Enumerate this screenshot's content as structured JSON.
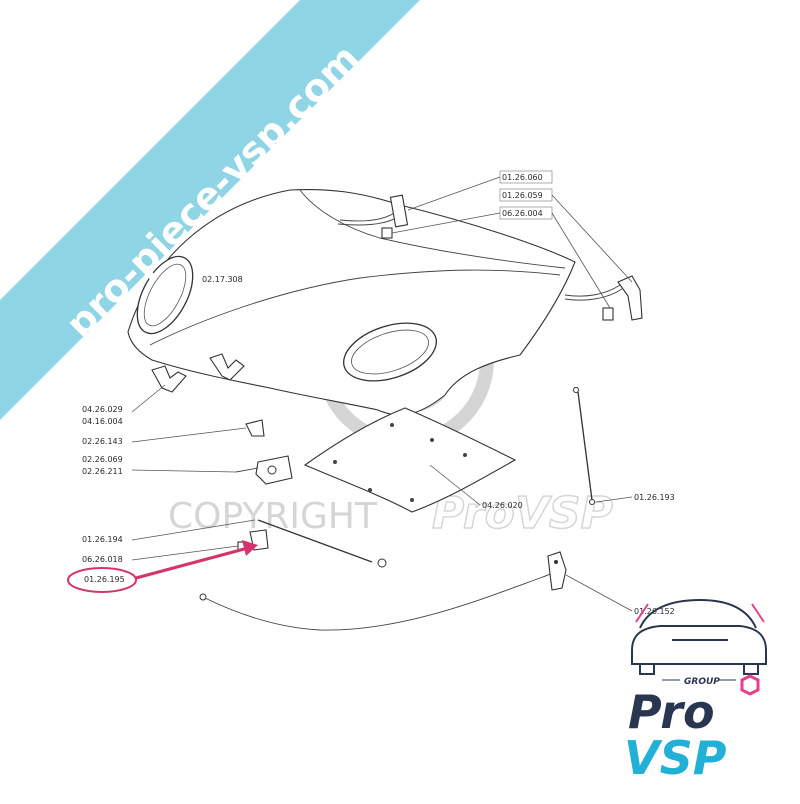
{
  "banner": {
    "text": "pro-piece-vsp.com",
    "color": "#8fd5e6"
  },
  "watermark": {
    "copyright_text": "COPYRIGHT",
    "brand_text": "ProVSP",
    "symbol": "©"
  },
  "labels": {
    "hood": "02.17.308",
    "hinge_bracket_left": "01.26.060",
    "hinge_right": "01.26.059",
    "buffer": "06.26.004",
    "air_intake_1": "04.26.029",
    "air_intake_2": "04.16.004",
    "catch_plate": "02.26.143",
    "lock_1": "02.26.069",
    "lock_2": "02.26.211",
    "insulation_pad": "04.26.020",
    "prop_rod": "01.26.193",
    "cable_guide": "01.26.194",
    "clip": "06.26.018",
    "release_cable": "01.26.195",
    "release_handle": "01.26.152"
  },
  "highlight": {
    "target": "01.26.195",
    "color": "#d6336c"
  },
  "logo": {
    "group_text": "GROUP",
    "pro_text": "Pro",
    "vsp_text": "VSP",
    "pro_color": "#2a3550",
    "vsp_color": "#23b0d6",
    "accent_color": "#e83e8c"
  }
}
